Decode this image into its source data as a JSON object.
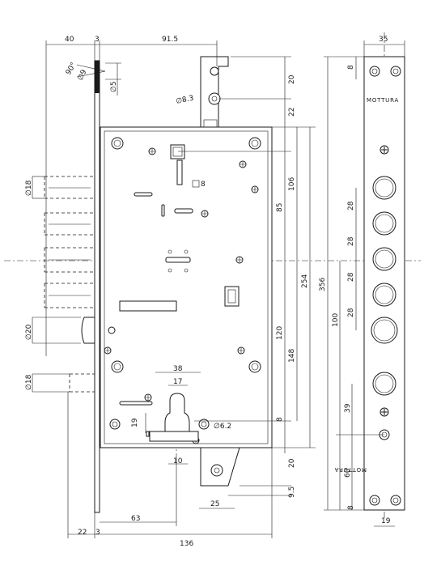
{
  "brand": {
    "top": "MOTTURA",
    "bottom": "MOTTURA"
  },
  "dims": {
    "top_40": "40",
    "top_3": "3",
    "top_915": "91.5",
    "top_35": "35",
    "ang_90": "90°",
    "dia_9": "∅9",
    "dia_5": "∅5",
    "dia_83": "∅8.3",
    "v_20a": "20",
    "v_22": "22",
    "v_106": "106",
    "v_85": "85",
    "v_254": "254",
    "v_356": "356",
    "v_120": "120",
    "v_148": "148",
    "v_8a": "8",
    "v_20b": "20",
    "v_95": "9.5",
    "sq_8": "8",
    "dia_18a": "∅18",
    "dia_20": "∅20",
    "dia_18b": "∅18",
    "d_38": "38",
    "d_17": "17",
    "d_19": "19",
    "dia_62": "∅6.2",
    "d_10": "10",
    "d_25": "25",
    "bot_22": "22",
    "bot_3": "3",
    "bot_63": "63",
    "bot_136": "136",
    "fp_8top": "8",
    "fp_28a": "28",
    "fp_28b": "28",
    "fp_28c": "28",
    "fp_28d": "28",
    "fp_100": "100",
    "fp_39": "39",
    "fp_60": "60",
    "fp_8bot": "8",
    "fp_19": "19"
  }
}
